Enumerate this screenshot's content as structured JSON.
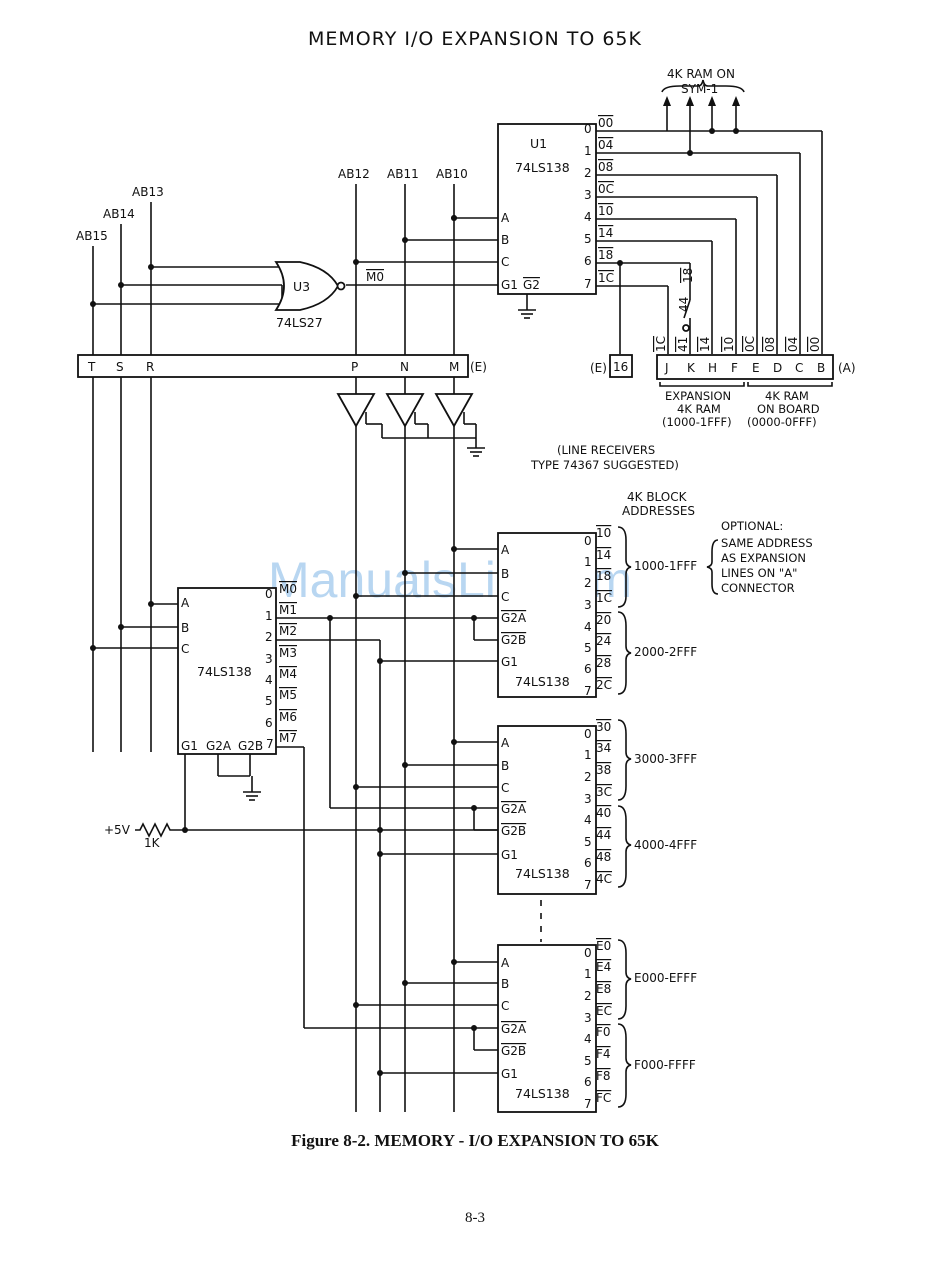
{
  "title": "MEMORY I/O EXPANSION TO 65K",
  "caption": "Figure 8-2.  MEMORY - I/O EXPANSION TO 65K",
  "page_number": "8-3",
  "watermark": "ManualsLib.com",
  "diagram": {
    "address_lines": [
      "AB15",
      "AB14",
      "AB13",
      "AB12",
      "AB11",
      "AB10"
    ],
    "edge_connector_left": {
      "pins": [
        "T",
        "S",
        "R",
        "P",
        "N",
        "M"
      ],
      "label": "(E)"
    },
    "edge_connector_e16": {
      "prefix": "(E)",
      "pin": "16"
    },
    "connector_a": {
      "pins": [
        "J",
        "K",
        "H",
        "F",
        "E",
        "D",
        "C",
        "B"
      ],
      "signals": [
        "1C",
        "41",
        "14",
        "10",
        "0C",
        "08",
        "04",
        "00"
      ],
      "label": "(A)",
      "expansion_label": [
        "EXPANSION",
        "4K RAM",
        "(1000-1FFF)"
      ],
      "onboard_label": [
        "4K RAM",
        "ON BOARD",
        "(0000-0FFF)"
      ]
    },
    "ram_sym": [
      "4K RAM ON",
      "SYM-1"
    ],
    "jumper_labels": [
      "18",
      "44"
    ],
    "nor_gate": {
      "name": "U3",
      "part": "74LS27",
      "output": "M0"
    },
    "u1": {
      "name": "U1",
      "part": "74LS138",
      "inputs": [
        "A",
        "B",
        "C",
        "G1",
        "G2"
      ],
      "outputs": [
        "0",
        "1",
        "2",
        "3",
        "4",
        "5",
        "6",
        "7"
      ],
      "signals": [
        "00",
        "04",
        "08",
        "0C",
        "10",
        "14",
        "18",
        "1C"
      ]
    },
    "line_receivers": [
      "(LINE RECEIVERS",
      "TYPE 74367 SUGGESTED)"
    ],
    "block_header": [
      "4K BLOCK",
      "ADDRESSES"
    ],
    "optional_note": [
      "OPTIONAL:",
      "SAME ADDRESS",
      "AS EXPANSION",
      "LINES ON \"A\"",
      "CONNECTOR"
    ],
    "main_decoder": {
      "part": "74LS138",
      "inputs": [
        "A",
        "B",
        "C"
      ],
      "enables": [
        "G1",
        "G2A",
        "G2B"
      ],
      "outputs": [
        "0",
        "1",
        "2",
        "3",
        "4",
        "5",
        "6",
        "7"
      ],
      "signals": [
        "M0",
        "M1",
        "M2",
        "M3",
        "M4",
        "M5",
        "M6",
        "M7"
      ]
    },
    "pullup": {
      "supply": "+5V",
      "resistor": "1K"
    },
    "block_decoders": [
      {
        "part": "74LS138",
        "inputs": [
          "A",
          "B",
          "C",
          "G2A",
          "G2B",
          "G1"
        ],
        "signals": [
          "10",
          "14",
          "18",
          "1C",
          "20",
          "24",
          "28",
          "2C"
        ],
        "ranges": [
          "1000-1FFF",
          "2000-2FFF"
        ]
      },
      {
        "part": "74LS138",
        "inputs": [
          "A",
          "B",
          "C",
          "G2A",
          "G2B",
          "G1"
        ],
        "signals": [
          "30",
          "34",
          "38",
          "3C",
          "40",
          "44",
          "48",
          "4C"
        ],
        "ranges": [
          "3000-3FFF",
          "4000-4FFF"
        ]
      },
      {
        "part": "74LS138",
        "inputs": [
          "A",
          "B",
          "C",
          "G2A",
          "G2B",
          "G1"
        ],
        "signals": [
          "E0",
          "E4",
          "E8",
          "EC",
          "F0",
          "F4",
          "F8",
          "FC"
        ],
        "ranges": [
          "E000-EFFF",
          "F000-FFFF"
        ]
      }
    ]
  }
}
